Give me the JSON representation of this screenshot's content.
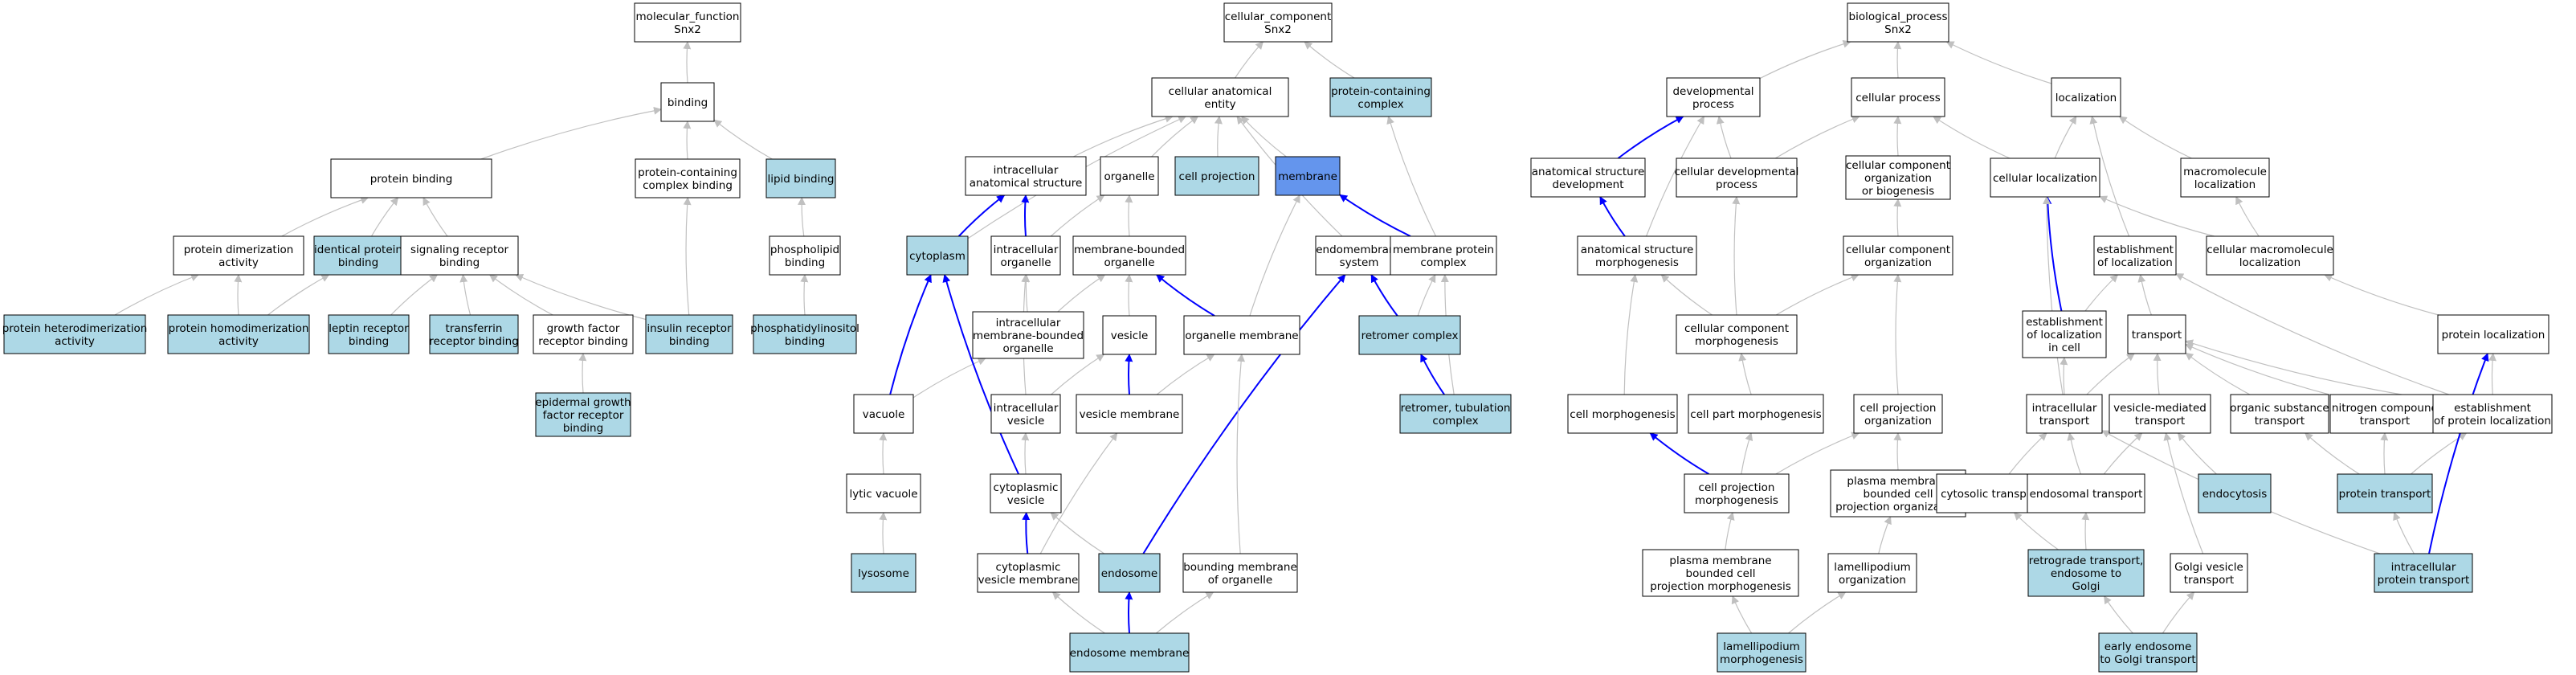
{
  "colors": {
    "default_fill": "#ffffff",
    "annotated_fill": "#add8e6",
    "focus_fill": "#6495ed",
    "edge_gray": "#c0c0c0",
    "edge_blue": "#0000ff",
    "border": "#000000"
  },
  "nodes": [
    {
      "id": "mf",
      "lines": [
        "molecular_function",
        "Snx2"
      ],
      "type": "default"
    },
    {
      "id": "binding",
      "lines": [
        "binding"
      ],
      "type": "default"
    },
    {
      "id": "pb",
      "lines": [
        "protein binding"
      ],
      "type": "default"
    },
    {
      "id": "pccb",
      "lines": [
        "protein-containing",
        "complex binding"
      ],
      "type": "default"
    },
    {
      "id": "lipb",
      "lines": [
        "lipid binding"
      ],
      "type": "annotated"
    },
    {
      "id": "pda",
      "lines": [
        "protein dimerization",
        "activity"
      ],
      "type": "default"
    },
    {
      "id": "ipb",
      "lines": [
        "identical protein",
        "binding"
      ],
      "type": "annotated"
    },
    {
      "id": "srb",
      "lines": [
        "signaling receptor",
        "binding"
      ],
      "type": "default"
    },
    {
      "id": "phb",
      "lines": [
        "phospholipid",
        "binding"
      ],
      "type": "default"
    },
    {
      "id": "phda",
      "lines": [
        "protein heterodimerization",
        "activity"
      ],
      "type": "annotated"
    },
    {
      "id": "phoda",
      "lines": [
        "protein homodimerization",
        "activity"
      ],
      "type": "annotated"
    },
    {
      "id": "lrb",
      "lines": [
        "leptin receptor",
        "binding"
      ],
      "type": "annotated"
    },
    {
      "id": "trb",
      "lines": [
        "transferrin",
        "receptor binding"
      ],
      "type": "annotated"
    },
    {
      "id": "gfrb",
      "lines": [
        "growth factor",
        "receptor binding"
      ],
      "type": "default"
    },
    {
      "id": "irb",
      "lines": [
        "insulin receptor",
        "binding"
      ],
      "type": "annotated"
    },
    {
      "id": "pib",
      "lines": [
        "phosphatidylinositol",
        "binding"
      ],
      "type": "annotated"
    },
    {
      "id": "egfrb",
      "lines": [
        "epidermal growth",
        "factor receptor",
        "binding"
      ],
      "type": "annotated"
    },
    {
      "id": "cc",
      "lines": [
        "cellular_component",
        "Snx2"
      ],
      "type": "default"
    },
    {
      "id": "cae",
      "lines": [
        "cellular anatomical",
        "entity"
      ],
      "type": "default"
    },
    {
      "id": "pcc",
      "lines": [
        "protein-containing",
        "complex"
      ],
      "type": "annotated"
    },
    {
      "id": "ias",
      "lines": [
        "intracellular",
        "anatomical structure"
      ],
      "type": "default"
    },
    {
      "id": "org",
      "lines": [
        "organelle"
      ],
      "type": "default"
    },
    {
      "id": "cproj",
      "lines": [
        "cell projection"
      ],
      "type": "annotated"
    },
    {
      "id": "mem",
      "lines": [
        "membrane"
      ],
      "type": "focus"
    },
    {
      "id": "cyt",
      "lines": [
        "cytoplasm"
      ],
      "type": "annotated"
    },
    {
      "id": "io",
      "lines": [
        "intracellular",
        "organelle"
      ],
      "type": "default"
    },
    {
      "id": "mbo",
      "lines": [
        "membrane-bounded",
        "organelle"
      ],
      "type": "default"
    },
    {
      "id": "ems",
      "lines": [
        "endomembrane",
        "system"
      ],
      "type": "default"
    },
    {
      "id": "mpc",
      "lines": [
        "membrane protein",
        "complex"
      ],
      "type": "default"
    },
    {
      "id": "imbo",
      "lines": [
        "intracellular",
        "membrane-bounded",
        "organelle"
      ],
      "type": "default"
    },
    {
      "id": "ves",
      "lines": [
        "vesicle"
      ],
      "type": "default"
    },
    {
      "id": "om",
      "lines": [
        "organelle membrane"
      ],
      "type": "default"
    },
    {
      "id": "rc",
      "lines": [
        "retromer complex"
      ],
      "type": "annotated"
    },
    {
      "id": "vac",
      "lines": [
        "vacuole"
      ],
      "type": "default"
    },
    {
      "id": "iv",
      "lines": [
        "intracellular",
        "vesicle"
      ],
      "type": "default"
    },
    {
      "id": "vm",
      "lines": [
        "vesicle membrane"
      ],
      "type": "default"
    },
    {
      "id": "rtc",
      "lines": [
        "retromer, tubulation",
        "complex"
      ],
      "type": "annotated"
    },
    {
      "id": "lv",
      "lines": [
        "lytic vacuole"
      ],
      "type": "default"
    },
    {
      "id": "cv",
      "lines": [
        "cytoplasmic",
        "vesicle"
      ],
      "type": "default"
    },
    {
      "id": "lys",
      "lines": [
        "lysosome"
      ],
      "type": "annotated"
    },
    {
      "id": "cvm",
      "lines": [
        "cytoplasmic",
        "vesicle membrane"
      ],
      "type": "default"
    },
    {
      "id": "endo",
      "lines": [
        "endosome"
      ],
      "type": "annotated"
    },
    {
      "id": "bmo",
      "lines": [
        "bounding membrane",
        "of organelle"
      ],
      "type": "default"
    },
    {
      "id": "endom",
      "lines": [
        "endosome membrane"
      ],
      "type": "annotated"
    },
    {
      "id": "bp",
      "lines": [
        "biological_process",
        "Snx2"
      ],
      "type": "default"
    },
    {
      "id": "dp",
      "lines": [
        "developmental",
        "process"
      ],
      "type": "default"
    },
    {
      "id": "cp",
      "lines": [
        "cellular process"
      ],
      "type": "default"
    },
    {
      "id": "loc",
      "lines": [
        "localization"
      ],
      "type": "default"
    },
    {
      "id": "asd",
      "lines": [
        "anatomical structure",
        "development"
      ],
      "type": "default"
    },
    {
      "id": "cdp",
      "lines": [
        "cellular developmental",
        "process"
      ],
      "type": "default"
    },
    {
      "id": "ccob",
      "lines": [
        "cellular component",
        "organization",
        "or biogenesis"
      ],
      "type": "default"
    },
    {
      "id": "cl",
      "lines": [
        "cellular localization"
      ],
      "type": "default"
    },
    {
      "id": "ml",
      "lines": [
        "macromolecule",
        "localization"
      ],
      "type": "default"
    },
    {
      "id": "asm",
      "lines": [
        "anatomical structure",
        "morphogenesis"
      ],
      "type": "default"
    },
    {
      "id": "cco",
      "lines": [
        "cellular component",
        "organization"
      ],
      "type": "default"
    },
    {
      "id": "eol",
      "lines": [
        "establishment",
        "of localization"
      ],
      "type": "default"
    },
    {
      "id": "cml",
      "lines": [
        "cellular macromolecule",
        "localization"
      ],
      "type": "default"
    },
    {
      "id": "ccm",
      "lines": [
        "cellular component",
        "morphogenesis"
      ],
      "type": "default"
    },
    {
      "id": "elc",
      "lines": [
        "establishment",
        "of localization",
        "in cell"
      ],
      "type": "default"
    },
    {
      "id": "trans",
      "lines": [
        "transport"
      ],
      "type": "default"
    },
    {
      "id": "ploc",
      "lines": [
        "protein localization"
      ],
      "type": "default"
    },
    {
      "id": "cm",
      "lines": [
        "cell morphogenesis"
      ],
      "type": "default"
    },
    {
      "id": "cpm",
      "lines": [
        "cell part morphogenesis"
      ],
      "type": "default"
    },
    {
      "id": "cpo",
      "lines": [
        "cell projection",
        "organization"
      ],
      "type": "default"
    },
    {
      "id": "it",
      "lines": [
        "intracellular",
        "transport"
      ],
      "type": "default"
    },
    {
      "id": "vmt",
      "lines": [
        "vesicle-mediated",
        "transport"
      ],
      "type": "default"
    },
    {
      "id": "ost",
      "lines": [
        "organic substance",
        "transport"
      ],
      "type": "default"
    },
    {
      "id": "nct",
      "lines": [
        "nitrogen compound",
        "transport"
      ],
      "type": "default"
    },
    {
      "id": "epl",
      "lines": [
        "establishment",
        "of protein localization"
      ],
      "type": "default"
    },
    {
      "id": "cpmo",
      "lines": [
        "cell projection",
        "morphogenesis"
      ],
      "type": "default"
    },
    {
      "id": "pmbcpo",
      "lines": [
        "plasma membrane",
        "bounded cell",
        "projection organization"
      ],
      "type": "default"
    },
    {
      "id": "cyto",
      "lines": [
        "cytosolic transport"
      ],
      "type": "default"
    },
    {
      "id": "et",
      "lines": [
        "endosomal transport"
      ],
      "type": "default"
    },
    {
      "id": "endoc",
      "lines": [
        "endocytosis"
      ],
      "type": "annotated"
    },
    {
      "id": "pt",
      "lines": [
        "protein transport"
      ],
      "type": "annotated"
    },
    {
      "id": "pmbcpm",
      "lines": [
        "plasma membrane",
        "bounded cell",
        "projection morphogenesis"
      ],
      "type": "default"
    },
    {
      "id": "lo",
      "lines": [
        "lamellipodium",
        "organization"
      ],
      "type": "default"
    },
    {
      "id": "rteg",
      "lines": [
        "retrograde transport,",
        "endosome to",
        "Golgi"
      ],
      "type": "annotated"
    },
    {
      "id": "gvt",
      "lines": [
        "Golgi vesicle",
        "transport"
      ],
      "type": "default"
    },
    {
      "id": "ipt",
      "lines": [
        "intracellular",
        "protein transport"
      ],
      "type": "annotated"
    },
    {
      "id": "lm",
      "lines": [
        "lamellipodium",
        "morphogenesis"
      ],
      "type": "annotated"
    },
    {
      "id": "eegt",
      "lines": [
        "early endosome",
        "to Golgi transport"
      ],
      "type": "annotated"
    }
  ],
  "edges": [
    [
      "binding",
      "mf",
      "g"
    ],
    [
      "pb",
      "binding",
      "g"
    ],
    [
      "pccb",
      "binding",
      "g"
    ],
    [
      "lipb",
      "binding",
      "g"
    ],
    [
      "pda",
      "pb",
      "g"
    ],
    [
      "ipb",
      "pb",
      "g"
    ],
    [
      "srb",
      "pb",
      "g"
    ],
    [
      "phb",
      "lipb",
      "g"
    ],
    [
      "phda",
      "pda",
      "g"
    ],
    [
      "phoda",
      "pda",
      "g"
    ],
    [
      "phoda",
      "ipb",
      "g"
    ],
    [
      "lrb",
      "srb",
      "g"
    ],
    [
      "trb",
      "srb",
      "g"
    ],
    [
      "gfrb",
      "srb",
      "g"
    ],
    [
      "irb",
      "srb",
      "g"
    ],
    [
      "irb",
      "pccb",
      "g"
    ],
    [
      "pib",
      "phb",
      "g"
    ],
    [
      "egfrb",
      "gfrb",
      "g"
    ],
    [
      "cae",
      "cc",
      "g"
    ],
    [
      "pcc",
      "cc",
      "g"
    ],
    [
      "ias",
      "cae",
      "g"
    ],
    [
      "org",
      "cae",
      "g"
    ],
    [
      "cproj",
      "cae",
      "g"
    ],
    [
      "mem",
      "cae",
      "g"
    ],
    [
      "cyt",
      "cae",
      "g"
    ],
    [
      "ems",
      "cae",
      "g"
    ],
    [
      "cyt",
      "ias",
      "b"
    ],
    [
      "io",
      "ias",
      "b"
    ],
    [
      "io",
      "org",
      "g"
    ],
    [
      "mbo",
      "org",
      "g"
    ],
    [
      "mpc",
      "mem",
      "b"
    ],
    [
      "mpc",
      "pcc",
      "g"
    ],
    [
      "om",
      "mem",
      "g"
    ],
    [
      "imbo",
      "io",
      "g"
    ],
    [
      "imbo",
      "mbo",
      "g"
    ],
    [
      "om",
      "mbo",
      "b"
    ],
    [
      "ves",
      "mbo",
      "g"
    ],
    [
      "vac",
      "cyt",
      "b"
    ],
    [
      "vac",
      "imbo",
      "g"
    ],
    [
      "iv",
      "io",
      "g"
    ],
    [
      "iv",
      "ves",
      "g"
    ],
    [
      "vm",
      "ves",
      "b"
    ],
    [
      "vm",
      "om",
      "g"
    ],
    [
      "rc",
      "ems",
      "b"
    ],
    [
      "rc",
      "mpc",
      "g"
    ],
    [
      "rtc",
      "rc",
      "b"
    ],
    [
      "rtc",
      "mpc",
      "g"
    ],
    [
      "lv",
      "vac",
      "g"
    ],
    [
      "lys",
      "lv",
      "g"
    ],
    [
      "cv",
      "iv",
      "g"
    ],
    [
      "cv",
      "cyt",
      "b"
    ],
    [
      "cvm",
      "cv",
      "b"
    ],
    [
      "cvm",
      "vm",
      "g"
    ],
    [
      "endo",
      "cv",
      "g"
    ],
    [
      "endo",
      "ems",
      "b"
    ],
    [
      "bmo",
      "om",
      "g"
    ],
    [
      "endom",
      "cvm",
      "g"
    ],
    [
      "endom",
      "endo",
      "b"
    ],
    [
      "endom",
      "bmo",
      "g"
    ],
    [
      "dp",
      "bp",
      "g"
    ],
    [
      "cp",
      "bp",
      "g"
    ],
    [
      "loc",
      "bp",
      "g"
    ],
    [
      "asd",
      "dp",
      "b"
    ],
    [
      "cdp",
      "dp",
      "g"
    ],
    [
      "cdp",
      "cp",
      "g"
    ],
    [
      "ccob",
      "cp",
      "g"
    ],
    [
      "cl",
      "cp",
      "g"
    ],
    [
      "cl",
      "loc",
      "g"
    ],
    [
      "ml",
      "loc",
      "g"
    ],
    [
      "asm",
      "asd",
      "b"
    ],
    [
      "asm",
      "dp",
      "g"
    ],
    [
      "cco",
      "ccob",
      "g"
    ],
    [
      "eol",
      "loc",
      "g"
    ],
    [
      "cml",
      "cl",
      "g"
    ],
    [
      "cml",
      "ml",
      "g"
    ],
    [
      "ccm",
      "asm",
      "g"
    ],
    [
      "ccm",
      "cdp",
      "g"
    ],
    [
      "ccm",
      "cco",
      "g"
    ],
    [
      "elc",
      "cl",
      "b"
    ],
    [
      "elc",
      "eol",
      "g"
    ],
    [
      "trans",
      "eol",
      "g"
    ],
    [
      "ploc",
      "cml",
      "g"
    ],
    [
      "cm",
      "asm",
      "g"
    ],
    [
      "cpm",
      "ccm",
      "g"
    ],
    [
      "cpo",
      "cco",
      "g"
    ],
    [
      "it",
      "elc",
      "g"
    ],
    [
      "it",
      "trans",
      "g"
    ],
    [
      "it",
      "cl",
      "g"
    ],
    [
      "vmt",
      "trans",
      "g"
    ],
    [
      "ost",
      "trans",
      "g"
    ],
    [
      "nct",
      "trans",
      "g"
    ],
    [
      "epl",
      "trans",
      "g"
    ],
    [
      "epl",
      "ploc",
      "g"
    ],
    [
      "epl",
      "eol",
      "g"
    ],
    [
      "cpmo",
      "cm",
      "b"
    ],
    [
      "cpmo",
      "cpm",
      "g"
    ],
    [
      "cpmo",
      "cpo",
      "g"
    ],
    [
      "pmbcpo",
      "cpo",
      "g"
    ],
    [
      "cyto",
      "it",
      "g"
    ],
    [
      "et",
      "it",
      "g"
    ],
    [
      "et",
      "vmt",
      "g"
    ],
    [
      "endoc",
      "vmt",
      "g"
    ],
    [
      "pt",
      "ost",
      "g"
    ],
    [
      "pt",
      "nct",
      "g"
    ],
    [
      "pt",
      "epl",
      "g"
    ],
    [
      "pmbcpm",
      "cpmo",
      "g"
    ],
    [
      "lo",
      "pmbcpo",
      "g"
    ],
    [
      "rteg",
      "cyto",
      "g"
    ],
    [
      "rteg",
      "et",
      "g"
    ],
    [
      "gvt",
      "vmt",
      "g"
    ],
    [
      "ipt",
      "it",
      "g"
    ],
    [
      "ipt",
      "pt",
      "g"
    ],
    [
      "ipt",
      "ploc",
      "b"
    ],
    [
      "lm",
      "pmbcpm",
      "g"
    ],
    [
      "lm",
      "lo",
      "g"
    ],
    [
      "eegt",
      "rteg",
      "g"
    ],
    [
      "eegt",
      "gvt",
      "g"
    ]
  ]
}
